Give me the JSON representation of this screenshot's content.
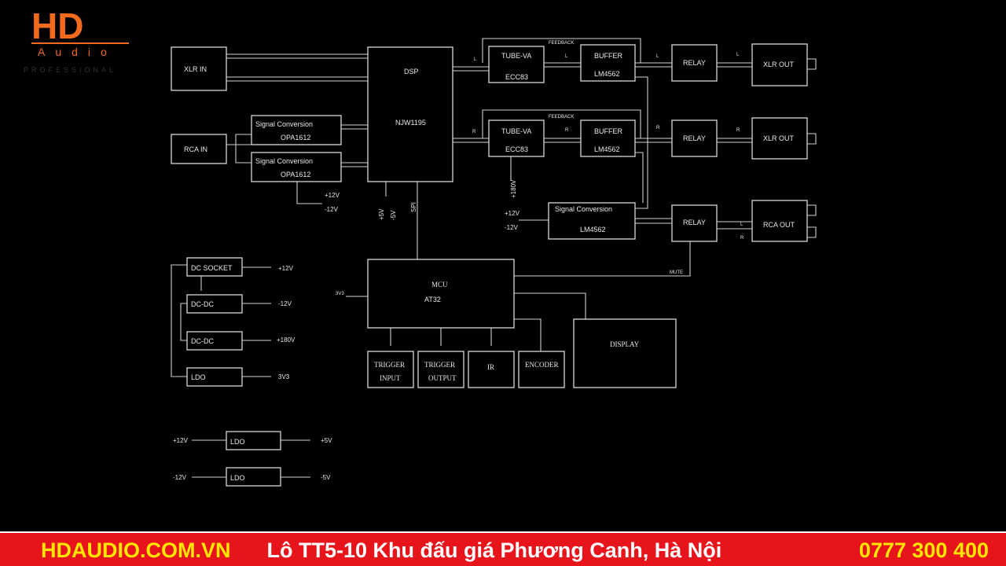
{
  "logo": {
    "main": "HD",
    "sub": "Audio",
    "tagline": "PROFESSIONAL"
  },
  "blocks": {
    "xlr_in": "XLR IN",
    "rca_in": "RCA IN",
    "dsp": [
      "DSP",
      "NJW1195"
    ],
    "sc1": [
      "Signal Conversion",
      "OPA1612"
    ],
    "sc2": [
      "Signal Conversion",
      "OPA1612"
    ],
    "tube_l": [
      "TUBE-VA",
      "ECC83"
    ],
    "tube_r": [
      "TUBE-VA",
      "ECC83"
    ],
    "buf_l": [
      "BUFFER",
      "LM4562"
    ],
    "buf_r": [
      "BUFFER",
      "LM4562"
    ],
    "relay": "RELAY",
    "xlr_out": "XLR OUT",
    "rca_out": "RCA OUT",
    "sc3": [
      "Signal Conversion",
      "LM4562"
    ],
    "mcu": [
      "MCU",
      "AT32"
    ],
    "trig_in": [
      "TRIGGER",
      "INPUT"
    ],
    "trig_out": [
      "TRIGGER",
      "OUTPUT"
    ],
    "ir": "IR",
    "encoder": "ENCODER",
    "display": "DISPLAY",
    "dc_socket": "DC SOCKET",
    "dcdc": "DC-DC",
    "ldo": "LDO"
  },
  "labels": {
    "L": "L",
    "R": "R",
    "feedback": "FEEDBACK",
    "mute": "MUTE",
    "spi": "SPI",
    "p5": "+5V",
    "m5": "-5V",
    "p12": "+12V",
    "m12": "-12V",
    "p180": "+180V",
    "v33": "3V3"
  },
  "banner": {
    "site": "HDAUDIO.COM.VN",
    "address": "Lô TT5-10 Khu đấu giá Phương Canh, Hà Nội",
    "phone": "0777 300 400"
  },
  "colors": {
    "logo": "#f26a1b",
    "banner_bg": "#e8141c",
    "banner_accent": "#ffe600"
  }
}
